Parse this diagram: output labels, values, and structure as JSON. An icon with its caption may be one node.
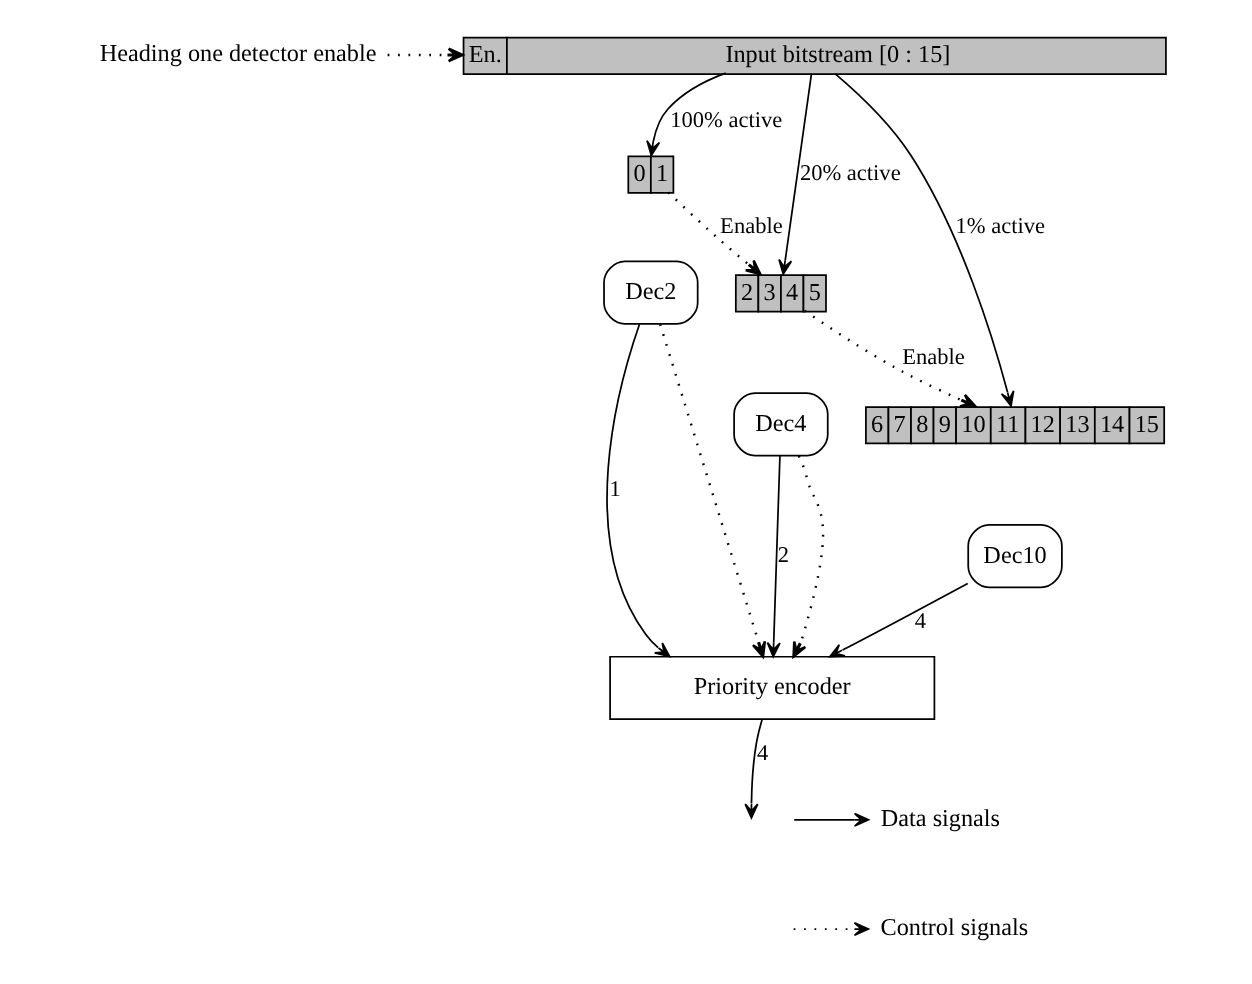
{
  "diagram": {
    "nodes": [
      {
        "text": [
          "Heading one detector enable"
        ]
      },
      {
        "text": [
          "En.",
          "Input bitstream [0 : 15]"
        ]
      },
      {
        "text": [
          "0",
          "1"
        ]
      },
      {
        "text": [
          "Dec2"
        ]
      },
      {
        "text": [
          "2",
          "3",
          "4",
          "5"
        ]
      },
      {
        "text": [
          "Dec4"
        ]
      },
      {
        "text": [
          "6",
          "7",
          "8",
          "9",
          "10",
          "11",
          "12",
          "13",
          "14",
          "15"
        ]
      },
      {
        "text": [
          "Dec10"
        ]
      },
      {
        "text": [
          "Priority encoder"
        ]
      }
    ],
    "edges": [
      {
        "from": 0,
        "to": 1,
        "arrow": "to",
        "style": "dashed"
      },
      {
        "from": 1,
        "to": 2,
        "arrow": "to",
        "label": "100% active"
      },
      {
        "from": 1,
        "to": 4,
        "arrow": "to",
        "label": "20% active"
      },
      {
        "from": 1,
        "to": 6,
        "arrow": "to",
        "label": "1% active"
      },
      {
        "from": 2,
        "to": 4,
        "arrow": "to",
        "label": "Enable",
        "style": "dashed"
      },
      {
        "from": 4,
        "to": 6,
        "arrow": "to",
        "label": "Enable",
        "style": "dashed"
      },
      {
        "from": 3,
        "to": 8,
        "arrow": "to",
        "label": "1"
      },
      {
        "from": 5,
        "to": 8,
        "arrow": "to",
        "label": "2"
      },
      {
        "from": 7,
        "to": 8,
        "arrow": "to",
        "label": "4"
      },
      {
        "from": 5,
        "to": 8,
        "arrow": "to",
        "style": "dashed"
      },
      {
        "from": 3,
        "to": 8,
        "arrow": "to",
        "style": "dashed"
      },
      {
        "from": 8,
        "to": null,
        "arrow": "to",
        "label": "4"
      }
    ],
    "legend": [
      {
        "text": "Data signals"
      },
      {
        "text": "Control signals"
      }
    ]
  }
}
